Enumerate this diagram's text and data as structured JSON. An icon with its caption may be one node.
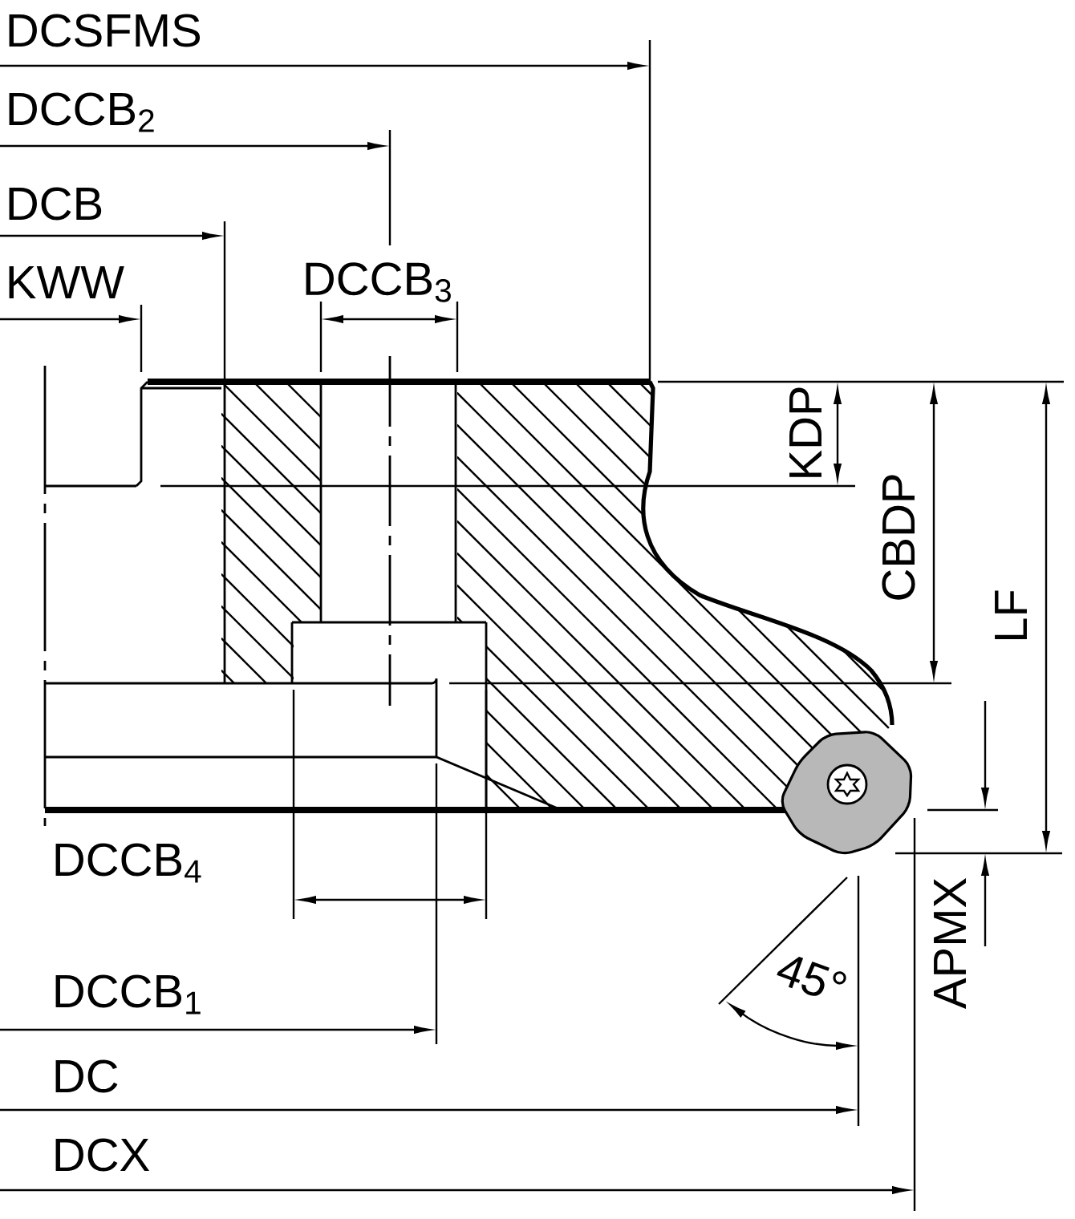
{
  "diagram": {
    "labels": [
      "DCSFMS",
      "DCCB$_{2}$",
      "DCB",
      "KWW",
      "DCCB$_{3}$",
      "KDP",
      "CBDP",
      "LF",
      "DCCB$_{4}$",
      "DCCB$_{1}$",
      "45°",
      "APMX",
      "DC",
      "DCX"
    ]
  }
}
